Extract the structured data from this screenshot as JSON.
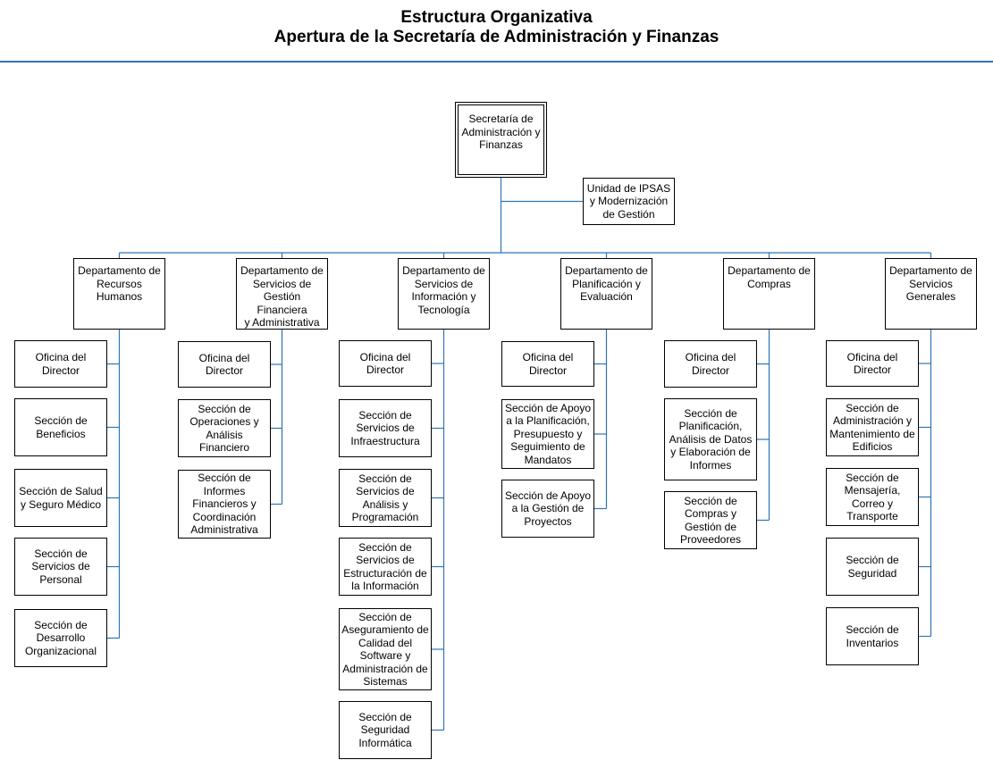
{
  "header": {
    "title_line1": "Estructura Organizativa",
    "title_line2": "Apertura de la Secretaría de Administración y Finanzas"
  },
  "colors": {
    "connector": "#2e75b6",
    "rule": "#2e75b6",
    "box_border": "#000000"
  },
  "org": {
    "root": "Secretaría de\nAdministración y\nFinanzas",
    "staff_unit": "Unidad de IPSAS\ny Modernización\nde Gestión",
    "departments": [
      {
        "name": "Departamento de\nRecursos\nHumanos",
        "children": [
          "Oficina del\nDirector",
          "Sección de\nBeneficios",
          "Sección de Salud\ny Seguro Médico",
          "Sección de\nServicios de\nPersonal",
          "Sección de\nDesarrollo\nOrganizacional"
        ]
      },
      {
        "name": "Departamento de\nServicios de\nGestión Financiera\ny Administrativa",
        "children": [
          "Oficina del\nDirector",
          "Sección de\nOperaciones y\nAnálisis Financiero",
          "Sección de\nInformes\nFinancieros y\nCoordinación\nAdministrativa"
        ]
      },
      {
        "name": "Departamento de\nServicios de\nInformación y\nTecnología",
        "children": [
          "Oficina del\nDirector",
          "Sección de\nServicios de\nInfraestructura",
          "Sección de\nServicios de\nAnálisis y\nProgramación",
          "Sección de\nServicios de\nEstructuración de\nla Información",
          "Sección de\nAseguramiento de\nCalidad del\nSoftware y\nAdministración de\nSistemas",
          "Sección de\nSeguridad\nInformática"
        ]
      },
      {
        "name": "Departamento de\nPlanificación y\nEvaluación",
        "children": [
          "Oficina del\nDirector",
          "Sección de Apoyo\na la Planificación,\nPresupuesto y\nSeguimiento de\nMandatos",
          "Sección de Apoyo\na la Gestión de\nProyectos"
        ]
      },
      {
        "name": "Departamento de\nCompras",
        "children": [
          "Oficina del\nDirector",
          "Sección de\nPlanificación,\nAnálisis de Datos\ny Elaboración de\nInformes",
          "Sección de\nCompras y\nGestión de\nProveedores"
        ]
      },
      {
        "name": "Departamento de\nServicios\nGenerales",
        "children": [
          "Oficina del\nDirector",
          "Sección de\nAdministración y\nMantenimiento de\nEdificios",
          "Sección de\nMensajería,\nCorreo y\nTransporte",
          "Sección de\nSeguridad",
          "Sección de\nInventarios"
        ]
      }
    ]
  }
}
